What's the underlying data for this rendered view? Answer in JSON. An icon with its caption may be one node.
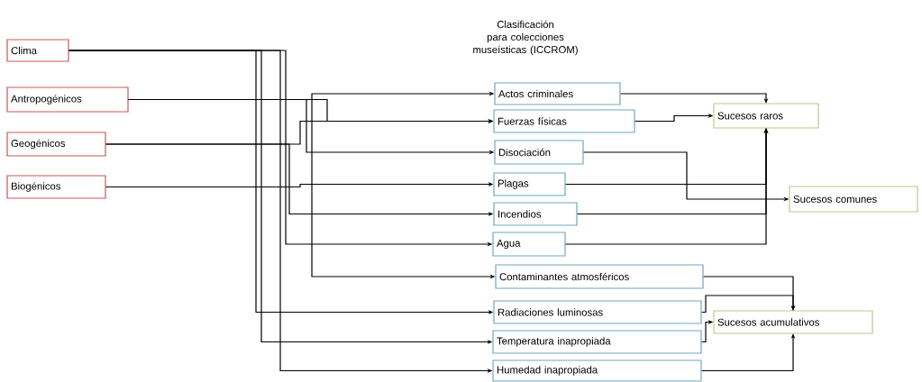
{
  "diagram": {
    "title": "Clasificación para colecciones museísticas (ICCROM)",
    "nodes": [
      {
        "text": [
          "Clima"
        ]
      },
      {
        "text": [
          "Antropogénicos"
        ]
      },
      {
        "text": [
          "Geogénicos"
        ]
      },
      {
        "text": [
          "Biogénicos"
        ]
      },
      {
        "text": [
          "Actos criminales"
        ]
      },
      {
        "text": [
          "Fuerzas físicas"
        ]
      },
      {
        "text": [
          "Disociación"
        ]
      },
      {
        "text": [
          "Plagas"
        ]
      },
      {
        "text": [
          "Incendios"
        ]
      },
      {
        "text": [
          "Agua"
        ]
      },
      {
        "text": [
          "Contaminantes atmosféricos"
        ]
      },
      {
        "text": [
          "Radiaciones luminosas"
        ]
      },
      {
        "text": [
          "Temperatura inapropiada"
        ]
      },
      {
        "text": [
          "Humedad inapropiada"
        ]
      },
      {
        "text": [
          "Sucesos raros"
        ]
      },
      {
        "text": [
          "Sucesos comunes"
        ]
      },
      {
        "text": [
          "Sucesos acumulativos"
        ]
      }
    ],
    "edges": [
      {
        "from": 0,
        "to": 11,
        "arrow": "to"
      },
      {
        "from": 0,
        "to": 12,
        "arrow": "to"
      },
      {
        "from": 0,
        "to": 13,
        "arrow": "to"
      },
      {
        "from": 0,
        "to": 9,
        "arrow": "to"
      },
      {
        "from": 1,
        "to": 4,
        "arrow": "to"
      },
      {
        "from": 1,
        "to": 5,
        "arrow": "to"
      },
      {
        "from": 1,
        "to": 6,
        "arrow": "to"
      },
      {
        "from": 1,
        "to": 10,
        "arrow": "to"
      },
      {
        "from": 2,
        "to": 5,
        "arrow": "to"
      },
      {
        "from": 2,
        "to": 8,
        "arrow": "to"
      },
      {
        "from": 3,
        "to": 7,
        "arrow": "to"
      },
      {
        "from": 4,
        "to": 14,
        "arrow": "to"
      },
      {
        "from": 5,
        "to": 14,
        "arrow": "to"
      },
      {
        "from": 6,
        "to": 15,
        "arrow": "to"
      },
      {
        "from": 7,
        "to": 14,
        "arrow": "to"
      },
      {
        "from": 8,
        "to": 14,
        "arrow": "to"
      },
      {
        "from": 9,
        "to": 14,
        "arrow": "to"
      },
      {
        "from": 10,
        "to": 16,
        "arrow": "to"
      },
      {
        "from": 11,
        "to": 16,
        "arrow": "to"
      },
      {
        "from": 12,
        "to": 16,
        "arrow": "to"
      },
      {
        "from": 13,
        "to": 16,
        "arrow": "to"
      }
    ]
  }
}
